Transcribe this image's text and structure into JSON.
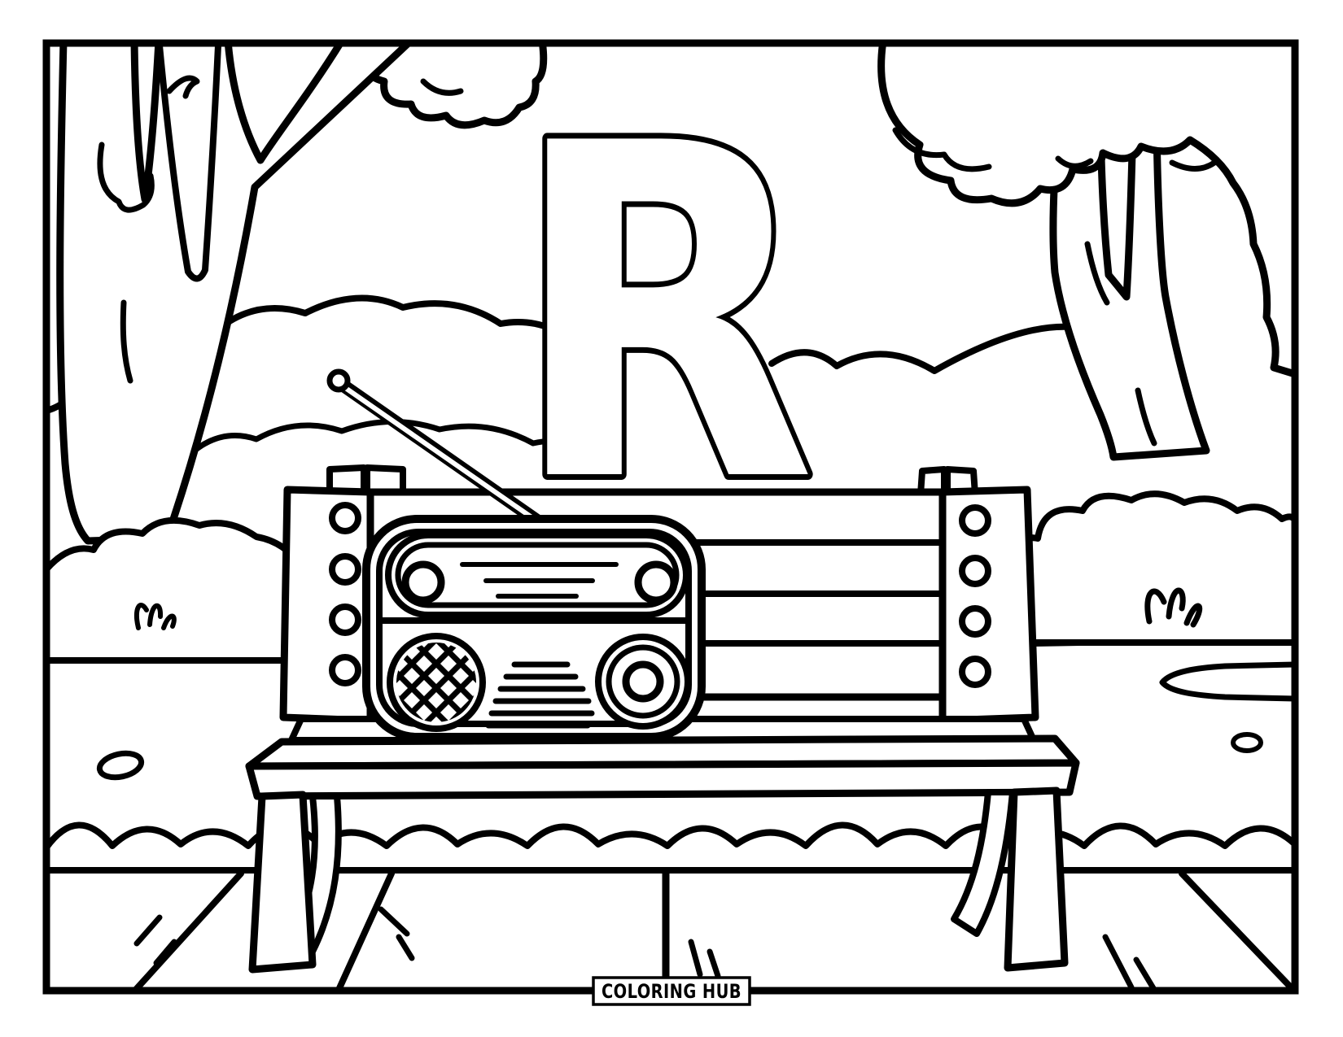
{
  "letter": {
    "value": "R"
  },
  "footer": {
    "brand": "COLORING HUB"
  },
  "colors": {
    "line": "#000000",
    "paper": "#ffffff"
  },
  "scene": {
    "type": "coloring-page line art",
    "objects": [
      "left-tree",
      "right-tree",
      "clouds",
      "capital-letter-R",
      "vintage-radio-with-antenna",
      "park-bench",
      "bushes",
      "grass-tufts",
      "pebbles",
      "pond",
      "wooden-deck-floor"
    ]
  }
}
